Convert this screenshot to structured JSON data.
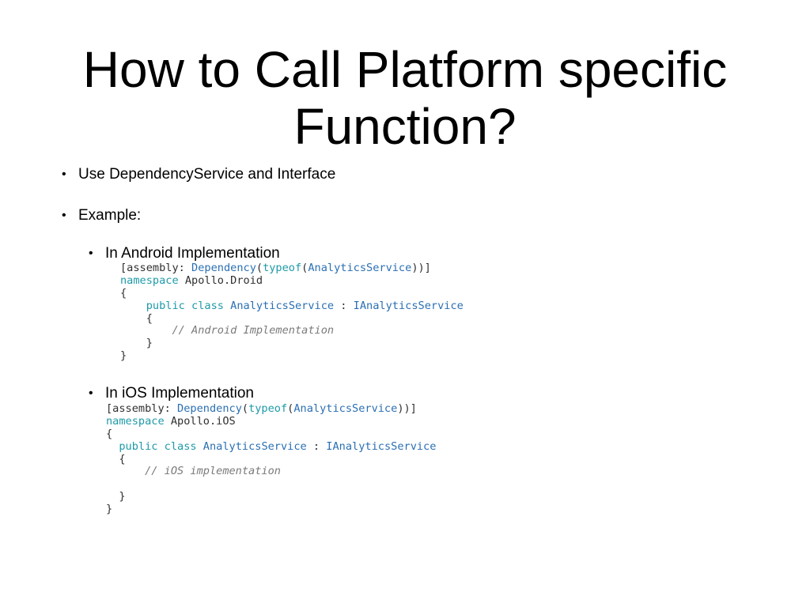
{
  "slide": {
    "title_line1": "How to Call Platform specific",
    "title_line2": "Function?"
  },
  "bullets": {
    "bullet_symbol": "•",
    "use_dependency": "Use DependencyService and Interface",
    "example": "Example:",
    "android_heading": "In Android Implementation",
    "ios_heading": "In iOS Implementation"
  },
  "colors": {
    "keyword": "#1e9aa8",
    "type_name": "#2b6fb3",
    "comment": "#7a7a7a",
    "plain": "#303030"
  },
  "android_code": [
    [
      {
        "t": "[assembly: ",
        "c": "pl"
      },
      {
        "t": "Dependency",
        "c": "ty"
      },
      {
        "t": "(",
        "c": "pl"
      },
      {
        "t": "typeof",
        "c": "kw"
      },
      {
        "t": "(",
        "c": "pl"
      },
      {
        "t": "AnalyticsService",
        "c": "ty"
      },
      {
        "t": "))]",
        "c": "pl"
      }
    ],
    [
      {
        "t": "namespace",
        "c": "kw"
      },
      {
        "t": " Apollo.Droid",
        "c": "pl"
      }
    ],
    [
      {
        "t": "{",
        "c": "pl"
      }
    ],
    [
      {
        "t": "    ",
        "c": "pl"
      },
      {
        "t": "public",
        "c": "kw"
      },
      {
        "t": " ",
        "c": "pl"
      },
      {
        "t": "class",
        "c": "kw"
      },
      {
        "t": " ",
        "c": "pl"
      },
      {
        "t": "AnalyticsService",
        "c": "ty"
      },
      {
        "t": " : ",
        "c": "pl"
      },
      {
        "t": "IAnalyticsService",
        "c": "ty"
      }
    ],
    [
      {
        "t": "    {",
        "c": "pl"
      }
    ],
    [
      {
        "t": "        ",
        "c": "pl"
      },
      {
        "t": "// Android Implementation",
        "c": "cm"
      }
    ],
    [
      {
        "t": "    }",
        "c": "pl"
      }
    ],
    [
      {
        "t": "}",
        "c": "pl"
      }
    ]
  ],
  "ios_code": [
    [
      {
        "t": "[assembly: ",
        "c": "pl"
      },
      {
        "t": "Dependency",
        "c": "ty"
      },
      {
        "t": "(",
        "c": "pl"
      },
      {
        "t": "typeof",
        "c": "kw"
      },
      {
        "t": "(",
        "c": "pl"
      },
      {
        "t": "AnalyticsService",
        "c": "ty"
      },
      {
        "t": "))]",
        "c": "pl"
      }
    ],
    [
      {
        "t": "namespace",
        "c": "kw"
      },
      {
        "t": " Apollo.iOS",
        "c": "pl"
      }
    ],
    [
      {
        "t": "{",
        "c": "pl"
      }
    ],
    [
      {
        "t": "  ",
        "c": "pl"
      },
      {
        "t": "public",
        "c": "kw"
      },
      {
        "t": " ",
        "c": "pl"
      },
      {
        "t": "class",
        "c": "kw"
      },
      {
        "t": " ",
        "c": "pl"
      },
      {
        "t": "AnalyticsService",
        "c": "ty"
      },
      {
        "t": " : ",
        "c": "pl"
      },
      {
        "t": "IAnalyticsService",
        "c": "ty"
      }
    ],
    [
      {
        "t": "  {",
        "c": "pl"
      }
    ],
    [
      {
        "t": "      ",
        "c": "pl"
      },
      {
        "t": "// iOS implementation",
        "c": "cm"
      }
    ],
    [
      {
        "t": "",
        "c": "pl"
      }
    ],
    [
      {
        "t": "  }",
        "c": "pl"
      }
    ],
    [
      {
        "t": "}",
        "c": "pl"
      }
    ]
  ]
}
